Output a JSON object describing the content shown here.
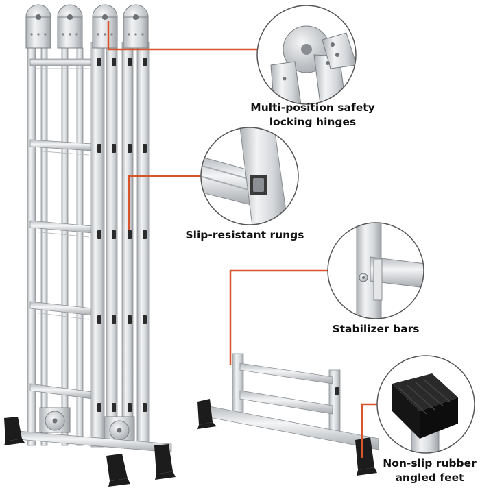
{
  "colors": {
    "leader": "#d9542b",
    "aluminum": "#d7d9db",
    "aluminum_light": "#eef0f1",
    "aluminum_dark": "#9fa3a7",
    "rubber": "#1c1c1c",
    "circle_stroke": "#555555"
  },
  "captions": {
    "hinges_line1": "Multi-position safety",
    "hinges_line2": "locking hinges",
    "rungs": "Slip-resistant rungs",
    "stabilizer": "Stabilizer bars",
    "feet_line1": "Non-slip rubber",
    "feet_line2": "angled feet"
  }
}
